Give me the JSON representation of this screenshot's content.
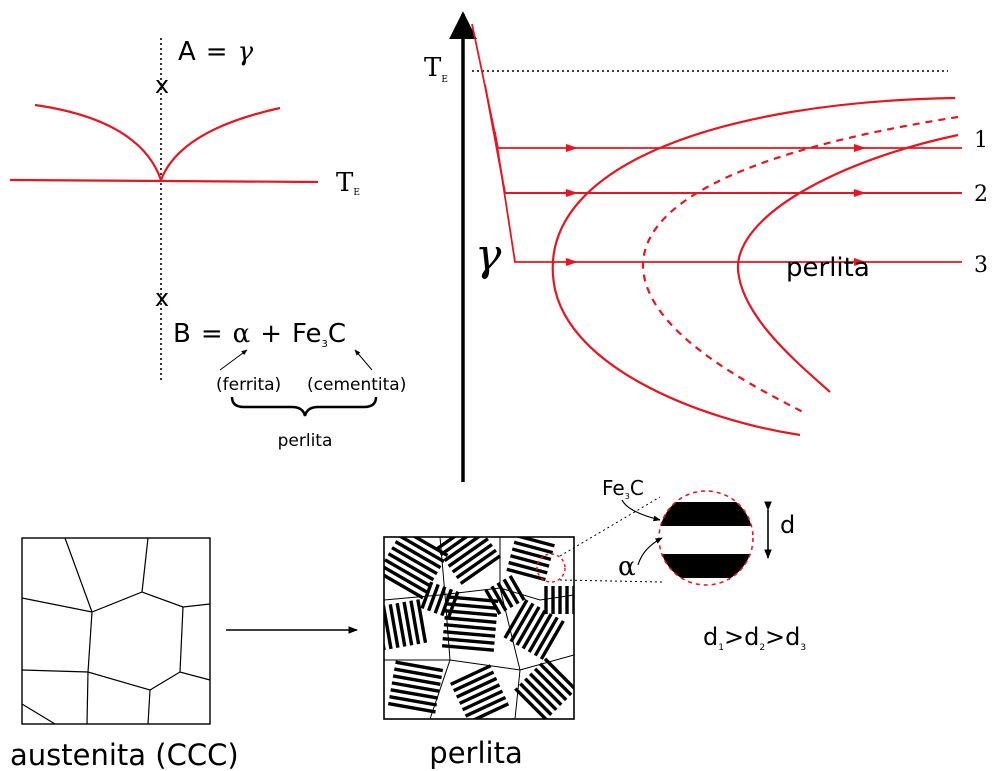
{
  "top_left": {
    "phase_a": {
      "letter": "A",
      "eq": "=",
      "phase": "γ"
    },
    "phase_b": {
      "letter": "B",
      "eq": "=",
      "alpha": "α",
      "plus": "+",
      "fe": "Fe",
      "fe_sub": "3",
      "c": "C"
    },
    "point_marker": "x",
    "te": {
      "main": "T",
      "sub": "E"
    },
    "ferrita": "(ferrita)",
    "cementita": "(cementita)",
    "brace_label": "perlita"
  },
  "ttt": {
    "te": {
      "main": "T",
      "sub": "E"
    },
    "gamma": "γ",
    "cooling_paths": [
      "1",
      "2",
      "3"
    ],
    "region_label": "perlita"
  },
  "bottom": {
    "austenita_label": "austenita (CCC)",
    "perlita_label": "perlita",
    "fe3c": {
      "fe": "Fe",
      "sub": "3",
      "c": "C"
    },
    "alpha": "α",
    "spacing": "d",
    "relation": [
      {
        "main": "d",
        "sub": "1"
      },
      {
        "op": ">"
      },
      {
        "main": "d",
        "sub": "2"
      },
      {
        "op": ">"
      },
      {
        "main": "d",
        "sub": "3"
      }
    ]
  },
  "colors": {
    "curve": "#e8141e",
    "ink": "#000000",
    "dashed_circle": "#e8141e"
  }
}
